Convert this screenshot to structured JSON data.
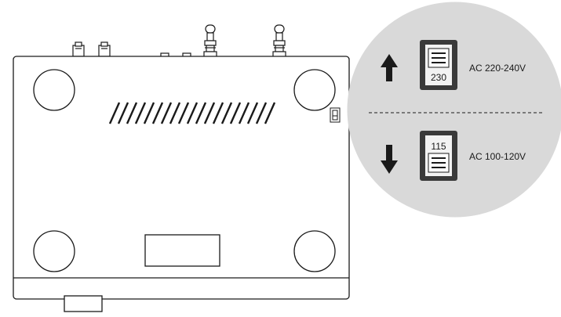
{
  "voltage_selector": {
    "upper": {
      "switch_value": "230",
      "label": "AC 220-240V",
      "direction": "up"
    },
    "lower": {
      "switch_value": "115",
      "label": "AC 100-120V",
      "direction": "down"
    }
  },
  "colors": {
    "line": "#1a1a1a",
    "zoom_circle": "#d9d9d9",
    "switch_outer": "#3a3a3a",
    "switch_inner": "#f2f2f2",
    "background": "#ffffff"
  }
}
